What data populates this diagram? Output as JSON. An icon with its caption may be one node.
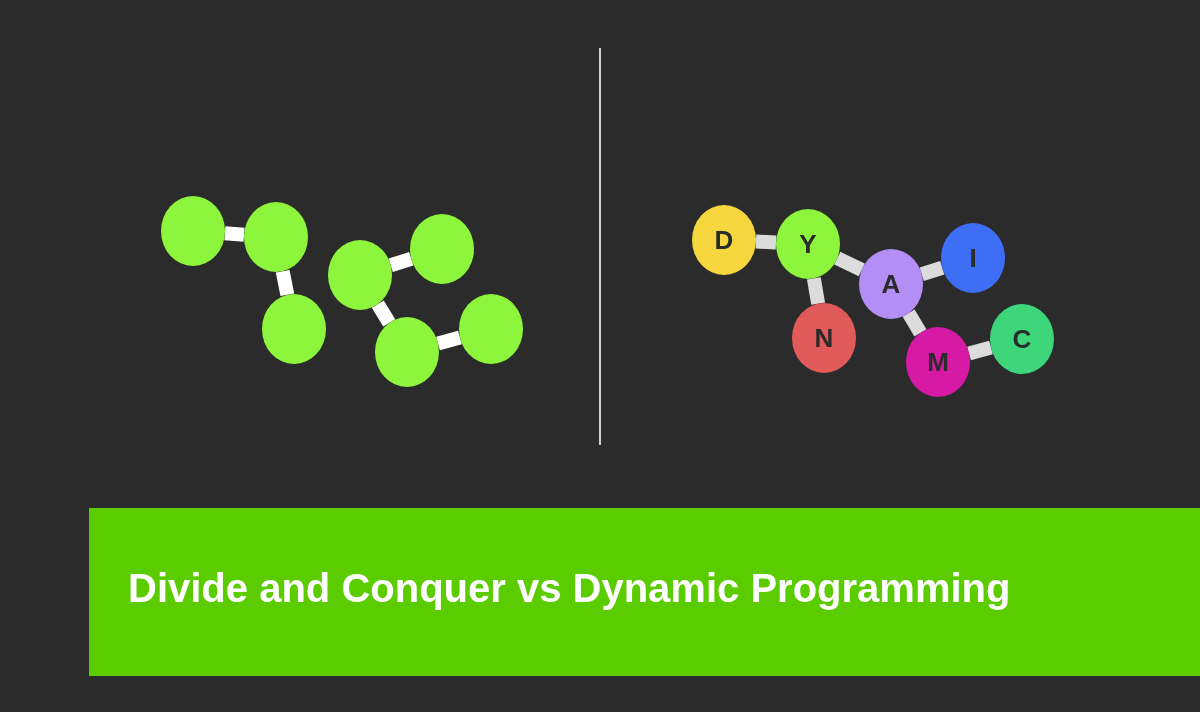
{
  "diagram": {
    "title": "Divide and Conquer vs Dynamic Programming",
    "nodes": [
      {
        "text": [],
        "shape": "circle"
      },
      {
        "text": [],
        "shape": "circle"
      },
      {
        "text": [],
        "shape": "circle"
      },
      {
        "text": [],
        "shape": "circle"
      },
      {
        "text": [],
        "shape": "circle"
      },
      {
        "text": [],
        "shape": "circle"
      },
      {
        "text": [],
        "shape": "circle"
      },
      {
        "text": [
          "D"
        ]
      },
      {
        "text": [
          "Y"
        ]
      },
      {
        "text": [
          "A"
        ]
      },
      {
        "text": [
          "I"
        ]
      },
      {
        "text": [
          "N"
        ]
      },
      {
        "text": [
          "M"
        ]
      },
      {
        "text": [
          "C"
        ]
      }
    ],
    "edges": [
      {
        "from": 0,
        "to": 1,
        "arrow": "none",
        "color": "#ffffff"
      },
      {
        "from": 1,
        "to": 2,
        "arrow": "none",
        "color": "#ffffff"
      },
      {
        "from": 3,
        "to": 4,
        "arrow": "none",
        "color": "#ffffff"
      },
      {
        "from": 3,
        "to": 5,
        "arrow": "none",
        "color": "#ffffff"
      },
      {
        "from": 5,
        "to": 6,
        "arrow": "none",
        "color": "#ffffff"
      },
      {
        "from": 7,
        "to": 8,
        "arrow": "none"
      },
      {
        "from": 8,
        "to": 9,
        "arrow": "none"
      },
      {
        "from": 8,
        "to": 11,
        "arrow": "none"
      },
      {
        "from": 9,
        "to": 10,
        "arrow": "none"
      },
      {
        "from": 9,
        "to": 12,
        "arrow": "none"
      },
      {
        "from": 12,
        "to": 13,
        "arrow": "none"
      }
    ]
  }
}
